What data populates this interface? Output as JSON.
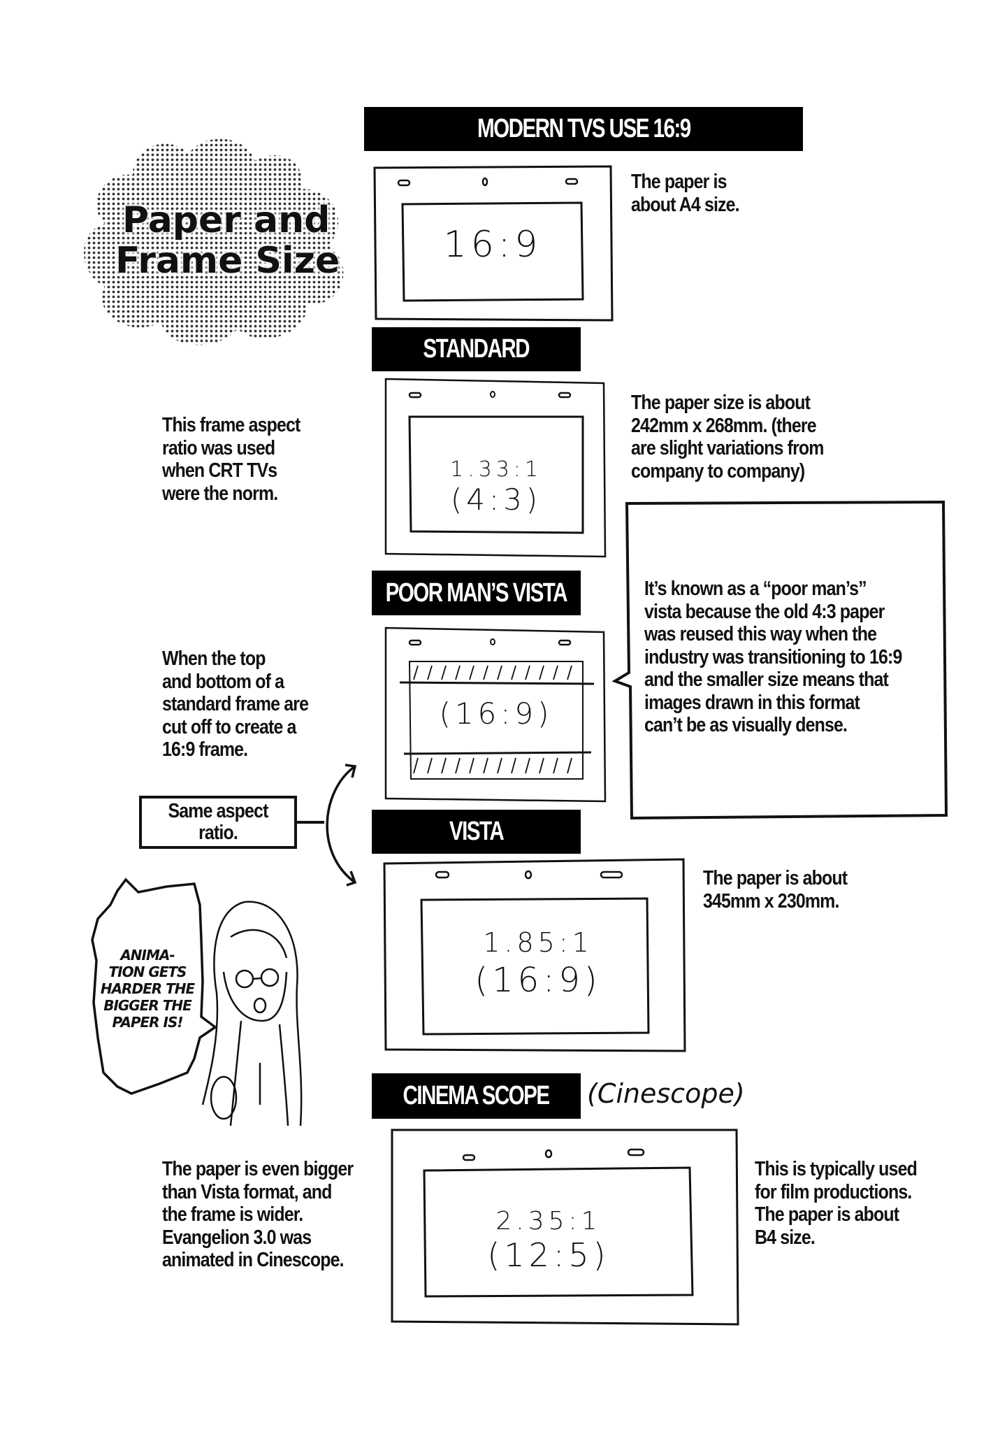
{
  "title": {
    "line1": "Paper and",
    "line2": "Frame Size"
  },
  "sections": [
    {
      "label": "MODERN TVS USE 16:9",
      "ratio": "16:9",
      "ratio_alt": "",
      "right_text": [
        "The paper is",
        "about A4 size."
      ]
    },
    {
      "label": "STANDARD",
      "ratio": "1.33:1",
      "ratio_alt": "(4:3)",
      "left_text": [
        "This frame aspect",
        "ratio was used",
        "when CRT TVs",
        "were the norm."
      ],
      "right_text": [
        "The paper size is about",
        "242mm x 268mm. (there",
        "are slight variations from",
        "company to company)"
      ]
    },
    {
      "label": "POOR MAN’S VISTA",
      "ratio": "(16:9)",
      "left_text": [
        "When the top",
        "and bottom of a",
        "standard frame are",
        "cut off to create a",
        "16:9 frame."
      ],
      "callout": [
        "It’s known as a “poor man’s”",
        "vista because the old 4:3 paper",
        "was reused this way when the",
        "industry was transitioning to 16:9",
        "and the smaller size means that",
        "images drawn in this format",
        "can’t be as visually dense."
      ]
    },
    {
      "label": "VISTA",
      "ratio": "1.85:1",
      "ratio_alt": "(16:9)",
      "right_text": [
        "The paper is about",
        "345mm x 230mm."
      ]
    },
    {
      "label": "CINEMA SCOPE",
      "aside": "(Cinescope)",
      "ratio": "2.35:1",
      "ratio_alt": "(12:5)",
      "left_text": [
        "The paper is even bigger",
        "than Vista format, and",
        "the frame is wider.",
        "Evangelion 3.0 was",
        "animated in Cinescope."
      ],
      "right_text": [
        "This is typically used",
        "for film productions.",
        "The paper is about",
        "B4 size."
      ]
    }
  ],
  "same_aspect": [
    "Same aspect",
    "ratio."
  ],
  "speech": [
    "ANIMA-",
    "TION GETS",
    "HARDER THE",
    "BIGGER THE",
    "PAPER IS!"
  ]
}
